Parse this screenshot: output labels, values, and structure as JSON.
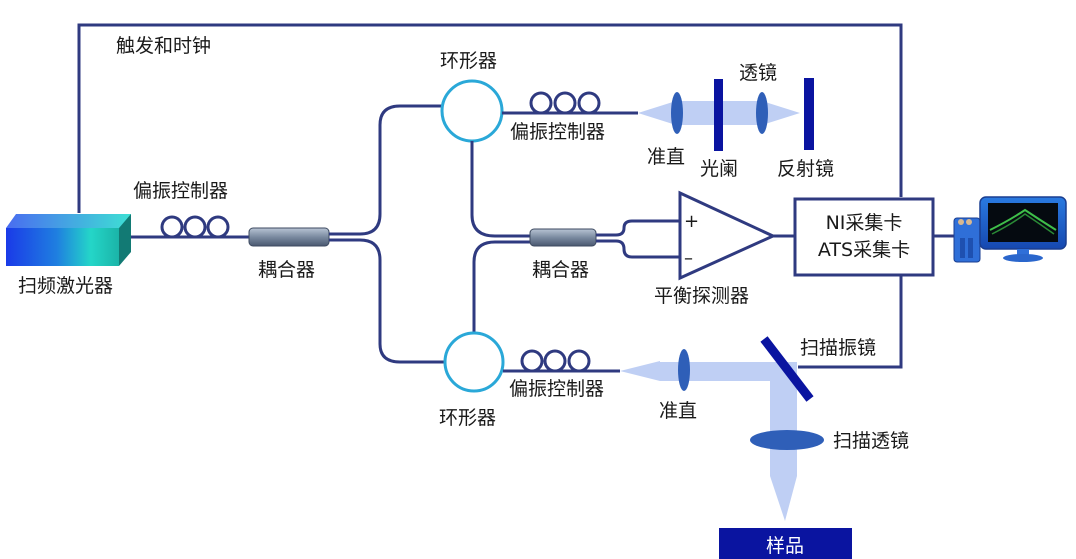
{
  "diagram": {
    "type": "swept-source OCT system schematic",
    "labels": {
      "trigger_clock": "触发和时钟",
      "laser": "扫频激光器",
      "pc_main": "偏振控制器",
      "coupler_main": "耦合器",
      "circulator_ref": "环形器",
      "pc_ref": "偏振控制器",
      "collimator_ref": "准直",
      "aperture": "光阑",
      "lens_ref": "透镜",
      "mirror": "反射镜",
      "coupler_det": "耦合器",
      "detector": "平衡探测器",
      "plus": "+",
      "minus": "–",
      "daq_line1": "NI采集卡",
      "daq_line2": "ATS采集卡",
      "circulator_sample": "环形器",
      "pc_sample": "偏振控制器",
      "collimator_sample": "准直",
      "galvo": "扫描振镜",
      "scan_lens": "扫描透镜",
      "sample": "样品"
    },
    "icons": [
      "laser-box-icon",
      "computer-icon"
    ],
    "colors": {
      "wire": "#2f3a80",
      "circulator": "#2aa8d8",
      "beam": "#a9bff0",
      "lens": "#2f5fb8",
      "plate": "#0a14a0",
      "sample_box": "#0a14a0"
    }
  }
}
